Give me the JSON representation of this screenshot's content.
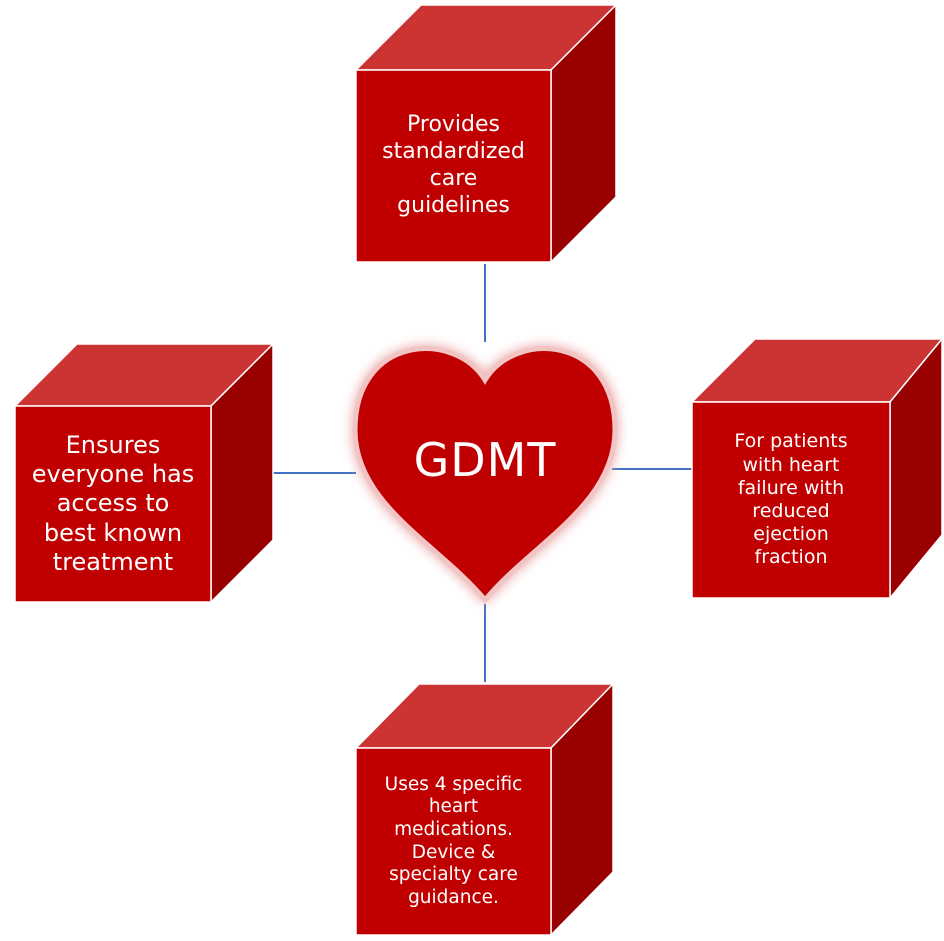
{
  "center": {
    "label": "GDMT"
  },
  "boxes": {
    "top": {
      "lines": [
        "Provides",
        "standardized",
        "care",
        "guidelines"
      ]
    },
    "left": {
      "lines": [
        "Ensures",
        "everyone has",
        "access to",
        "best known",
        "treatment"
      ]
    },
    "right": {
      "lines": [
        "For patients",
        "with heart",
        "failure with",
        "reduced",
        "ejection",
        "fraction"
      ]
    },
    "bottom": {
      "lines": [
        "Uses 4 specific",
        "heart",
        "medications.",
        "Device &",
        "specialty care",
        "guidance."
      ]
    }
  },
  "colors": {
    "box_front": "#C00000",
    "box_top": "#CC3333",
    "box_side": "#990000",
    "box_border": "#ffffff",
    "heart_fill": "#C00000",
    "heart_glow": "#E8A0A0",
    "connector": "#4472C4",
    "text": "#ffffff"
  }
}
